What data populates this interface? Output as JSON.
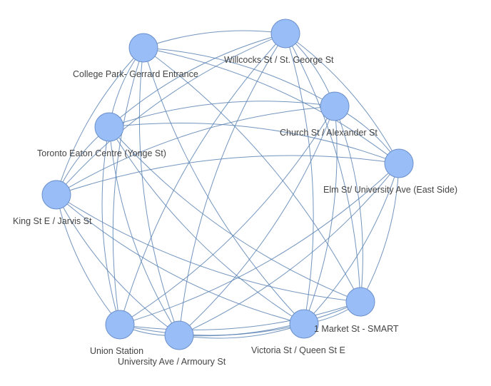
{
  "diagram": {
    "nodes": [
      {
        "id": "college",
        "label": "College Park- Gerrard Entrance"
      },
      {
        "id": "willcocks",
        "label": "Willcocks St / St. George St"
      },
      {
        "id": "church",
        "label": "Church St / Alexander St"
      },
      {
        "id": "elm",
        "label": "Elm St/ University Ave (East Side)"
      },
      {
        "id": "eaton",
        "label": "Toronto Eaton Centre (Yonge St)"
      },
      {
        "id": "king",
        "label": "King St E / Jarvis St"
      },
      {
        "id": "market",
        "label": "1 Market St - SMART"
      },
      {
        "id": "union",
        "label": "Union Station"
      },
      {
        "id": "armoury",
        "label": "University Ave / Armoury St"
      },
      {
        "id": "victoria",
        "label": "Victoria St / Queen St E"
      }
    ],
    "edges": [
      [
        "college",
        "willcocks"
      ],
      [
        "college",
        "church"
      ],
      [
        "college",
        "elm"
      ],
      [
        "college",
        "eaton"
      ],
      [
        "college",
        "king"
      ],
      [
        "college",
        "market"
      ],
      [
        "college",
        "union"
      ],
      [
        "college",
        "armoury"
      ],
      [
        "college",
        "victoria"
      ],
      [
        "willcocks",
        "church"
      ],
      [
        "willcocks",
        "elm"
      ],
      [
        "willcocks",
        "eaton"
      ],
      [
        "willcocks",
        "king"
      ],
      [
        "willcocks",
        "market"
      ],
      [
        "willcocks",
        "union"
      ],
      [
        "willcocks",
        "armoury"
      ],
      [
        "willcocks",
        "victoria"
      ],
      [
        "church",
        "elm"
      ],
      [
        "church",
        "eaton"
      ],
      [
        "church",
        "king"
      ],
      [
        "church",
        "market"
      ],
      [
        "church",
        "union"
      ],
      [
        "church",
        "armoury"
      ],
      [
        "church",
        "victoria"
      ],
      [
        "elm",
        "eaton"
      ],
      [
        "elm",
        "king"
      ],
      [
        "elm",
        "market"
      ],
      [
        "elm",
        "union"
      ],
      [
        "elm",
        "armoury"
      ],
      [
        "elm",
        "victoria"
      ],
      [
        "eaton",
        "king"
      ],
      [
        "eaton",
        "market"
      ],
      [
        "eaton",
        "union"
      ],
      [
        "eaton",
        "armoury"
      ],
      [
        "eaton",
        "victoria"
      ],
      [
        "king",
        "market"
      ],
      [
        "king",
        "union"
      ],
      [
        "king",
        "armoury"
      ],
      [
        "king",
        "victoria"
      ],
      [
        "market",
        "union"
      ],
      [
        "market",
        "armoury"
      ],
      [
        "market",
        "victoria"
      ],
      [
        "union",
        "armoury"
      ],
      [
        "union",
        "victoria"
      ],
      [
        "armoury",
        "victoria"
      ]
    ]
  }
}
